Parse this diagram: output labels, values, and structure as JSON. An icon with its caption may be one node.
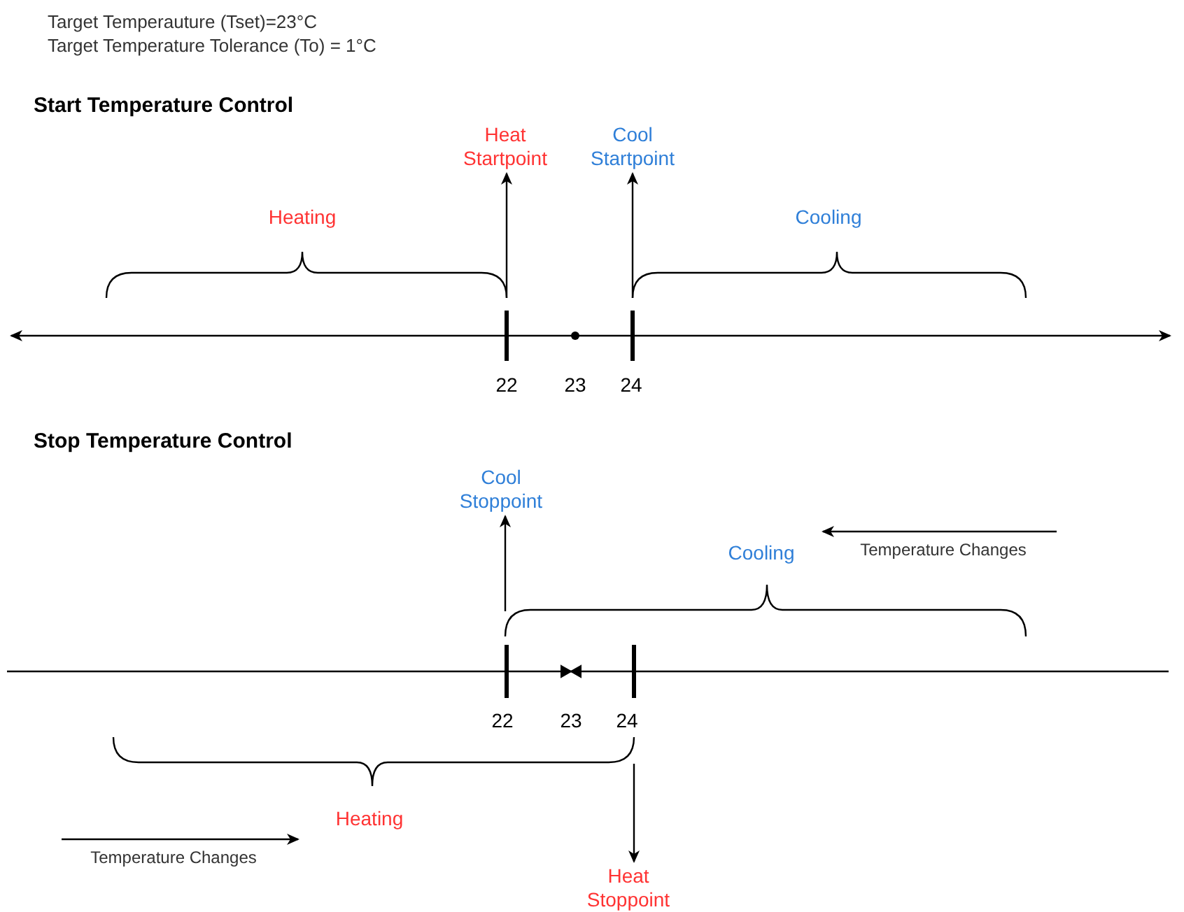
{
  "diagram": {
    "nodes": [
      {
        "text": [
          "Heat Startpoint"
        ]
      },
      {
        "text": [
          "Cool Startpoint"
        ]
      },
      {
        "text": [],
        "shape": "bracket",
        "beside": [
          "Heating"
        ]
      },
      {
        "text": [],
        "shape": "bracket",
        "beside": [
          "Cooling"
        ]
      },
      {
        "text": [
          "Cool Stoppoint"
        ]
      },
      {
        "text": [],
        "shape": "bracket",
        "beside": [
          "Cooling"
        ]
      },
      {
        "text": [],
        "shape": "bracket",
        "beside": [
          "Heating"
        ]
      },
      {
        "text": [
          "Heat Stoppoint"
        ]
      }
    ],
    "edges": [
      {
        "from": 2,
        "to": 0,
        "arrow": "to"
      },
      {
        "from": 3,
        "to": 1,
        "arrow": "to"
      },
      {
        "from": 5,
        "to": 4,
        "arrow": "to"
      },
      {
        "from": 6,
        "to": 7,
        "arrow": "to"
      }
    ],
    "labels": [
      "Target Temperauture (Tset)=23°C",
      "Target Temperature Tolerance (To) = 1°C",
      "Start Temperature Control",
      "22",
      "23",
      "24",
      "Stop Temperature Control",
      "Temperature Changes",
      "22",
      "23",
      "24",
      "Temperature Changes"
    ]
  }
}
